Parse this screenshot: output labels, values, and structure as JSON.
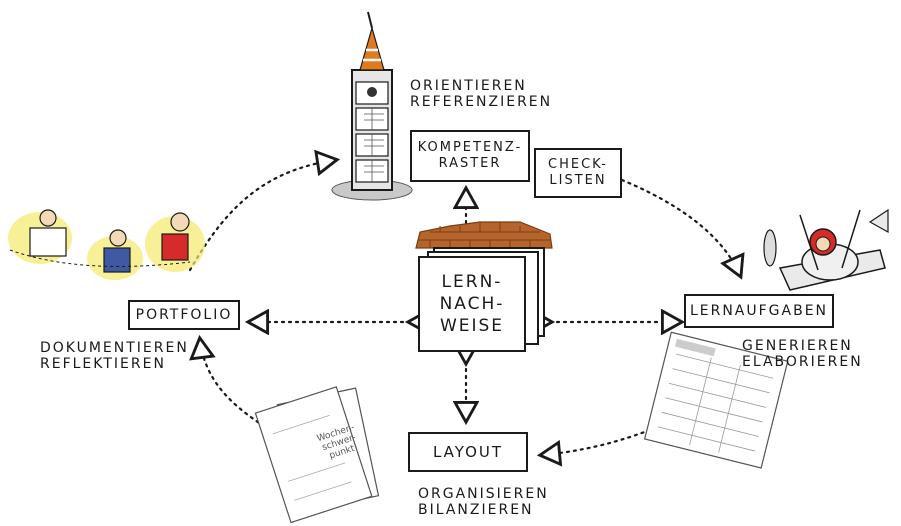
{
  "nodes": {
    "kompetenzraster": [
      "Kompetenz-",
      "Raster"
    ],
    "checklisten": [
      "Check-",
      "Listen"
    ],
    "lernnachweise": [
      "Lern-",
      "Nach-",
      "Weise"
    ],
    "portfolio": [
      "Portfolio"
    ],
    "lernaufgaben": [
      "Lernaufgaben"
    ],
    "layout": [
      "Layout"
    ]
  },
  "labels": {
    "top": [
      "Orientieren",
      "Referenzieren"
    ],
    "left": [
      "Dokumentieren",
      "Reflektieren"
    ],
    "right": [
      "Generieren",
      "Elaborieren"
    ],
    "bottom": [
      "Organisieren",
      "Bilanzieren"
    ]
  },
  "illustrations": {
    "wochen_doc": [
      "Wochen-",
      "schwer-",
      "punkt"
    ]
  },
  "colors": {
    "ink": "#1a1a1a",
    "brick": "#b5652c",
    "brick_dark": "#7a3d16",
    "cone": "#e07a1f",
    "plane_helmet": "#d62b2b",
    "yellow_glow": "#f4e96a",
    "tower_grey": "#8f8f8f"
  }
}
